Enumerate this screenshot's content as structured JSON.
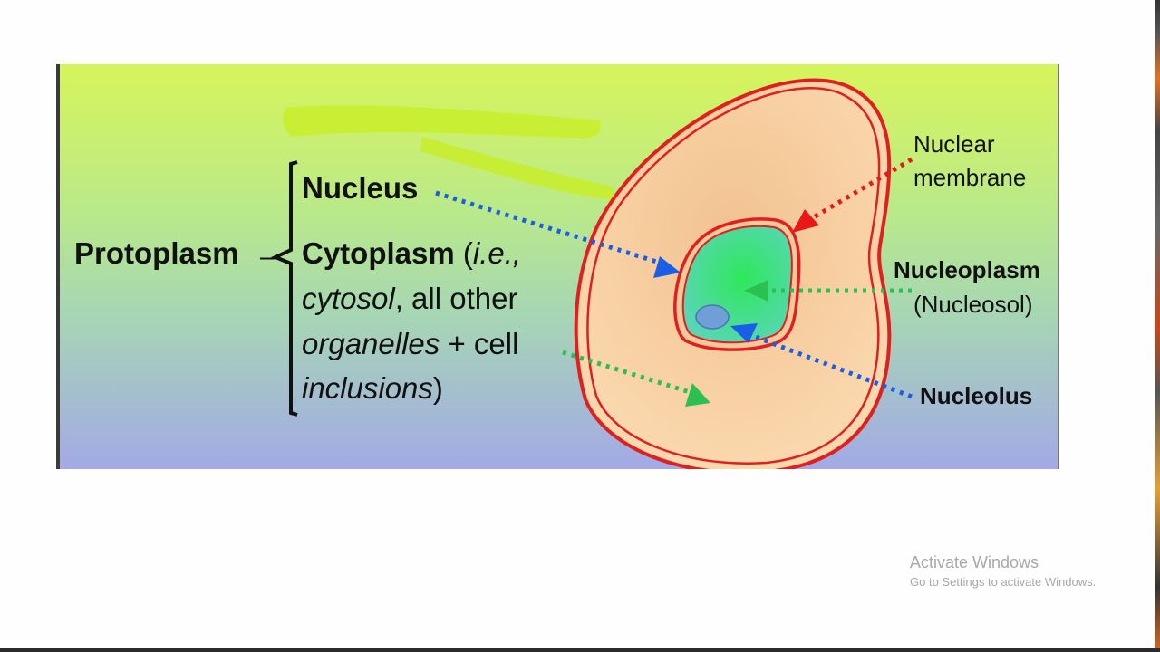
{
  "diagram": {
    "left_label": "Protoplasm",
    "bracket_items": {
      "nucleus": "Nucleus",
      "cytoplasm": "Cytoplasm",
      "open_paren": " (",
      "ie": "i.e.,",
      "cytosol": "cytosol",
      "all_other": ", all other",
      "organelles": "organelles",
      "plus_cell": " + cell",
      "inclusions": "inclusions",
      "close_paren": ")"
    },
    "labels": {
      "nuclear_membrane_line1": "Nuclear",
      "nuclear_membrane_line2": "membrane",
      "nucleoplasm": "Nucleoplasm",
      "nucleosol": "(Nucleosol)",
      "nucleolus": "Nucleolus"
    },
    "colors": {
      "cell_fill": "#f7c99a",
      "cell_outline": "#e02020",
      "nucleus_fill": "#3fe07a",
      "nucleolus_fill": "#6f9fd6",
      "arrow_blue": "#1a5ee8",
      "arrow_red": "#e81818",
      "arrow_green": "#2cc050",
      "highlighter": "#c8ef2a"
    }
  },
  "watermark": {
    "title": "Activate Windows",
    "subtitle": "Go to Settings to activate Windows."
  }
}
